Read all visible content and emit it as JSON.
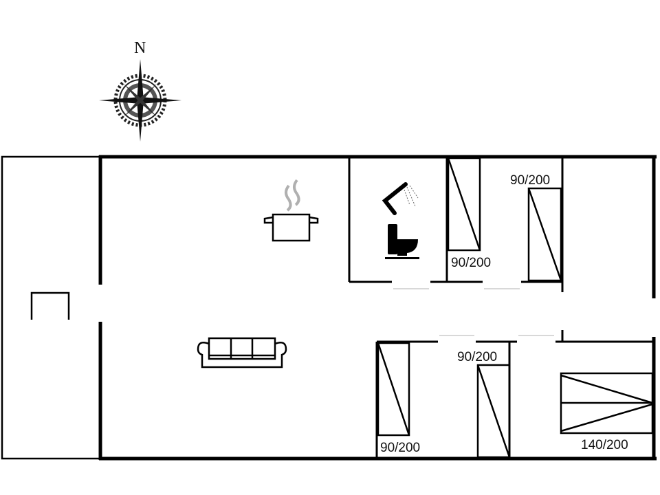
{
  "compass": {
    "north_label": "N"
  },
  "rooms": {
    "terrace": {
      "name": "terrace-area"
    },
    "living_kitchen": {
      "icons": [
        "cooking-pot-icon",
        "sofa-icon"
      ]
    },
    "bathroom": {
      "icons": [
        "shower-icon",
        "toilet-icon"
      ]
    },
    "bedroom_1": {
      "bed_label": "90/200"
    },
    "bedroom_2": {
      "bed_label": "90/200"
    },
    "bedroom_3": {
      "bed_label": "90/200"
    },
    "bedroom_4": {
      "bed_label": "90/200"
    },
    "bedroom_5": {
      "bed_label": "140/200"
    }
  },
  "colors": {
    "wall": "#000000",
    "background": "#ffffff",
    "steam": "#b0b0b0"
  }
}
